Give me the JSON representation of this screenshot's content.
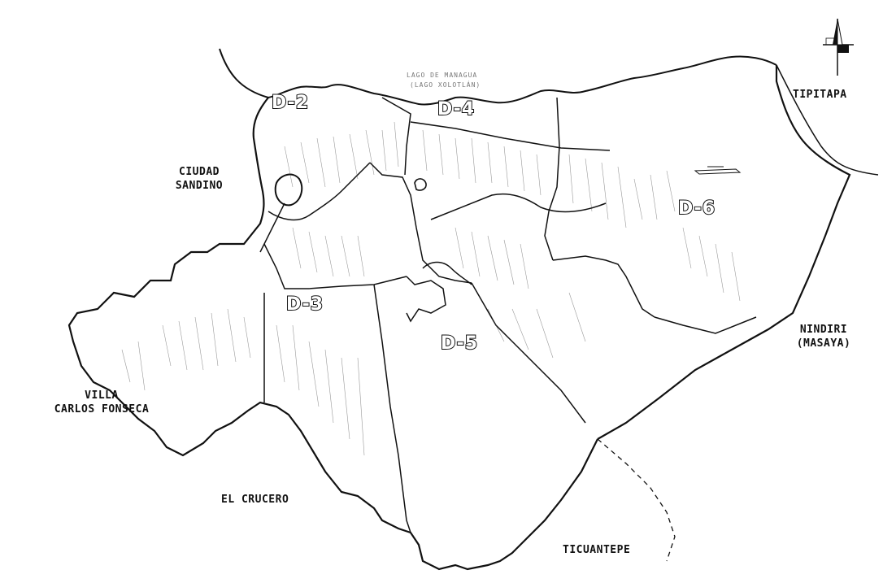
{
  "map": {
    "lake_text": [
      "LAGO DE MANAGUA",
      "(LAGO XOLOTLÁN)"
    ],
    "districts": [
      "D-2",
      "D-3",
      "D-4",
      "D-5",
      "D-6"
    ],
    "neighbors": {
      "ciudad_sandino": [
        "CIUDAD",
        "SANDINO"
      ],
      "villa_carlos_fonseca": [
        "VILLA",
        "CARLOS FONSECA"
      ],
      "el_crucero": "EL CRUCERO",
      "ticuantepe": "TICUANTEPE",
      "nindiri": [
        "NINDIRI",
        "(MASAYA)"
      ],
      "tipitapa": "TIPITAPA"
    },
    "north_arrow_icon": "north-arrow-icon",
    "colors": {
      "line": "#111111",
      "background": "#ffffff"
    }
  }
}
